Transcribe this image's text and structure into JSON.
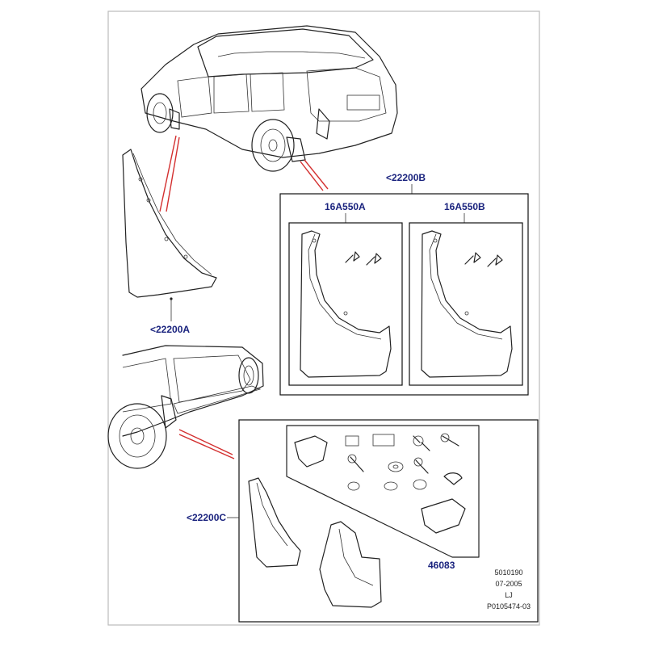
{
  "labels": {
    "kit_b": "<22200B",
    "flap_left": "16A550A",
    "flap_right": "16A550B",
    "kit_a": "<22200A",
    "kit_c": "<22200C",
    "fixings": "46083"
  },
  "meta": {
    "line1": "5010190",
    "line2": "07-2005",
    "line3": "LJ",
    "line4": "P0105474-03"
  },
  "colors": {
    "callout_line": "#d32f2f",
    "label_text": "#1a237e"
  }
}
